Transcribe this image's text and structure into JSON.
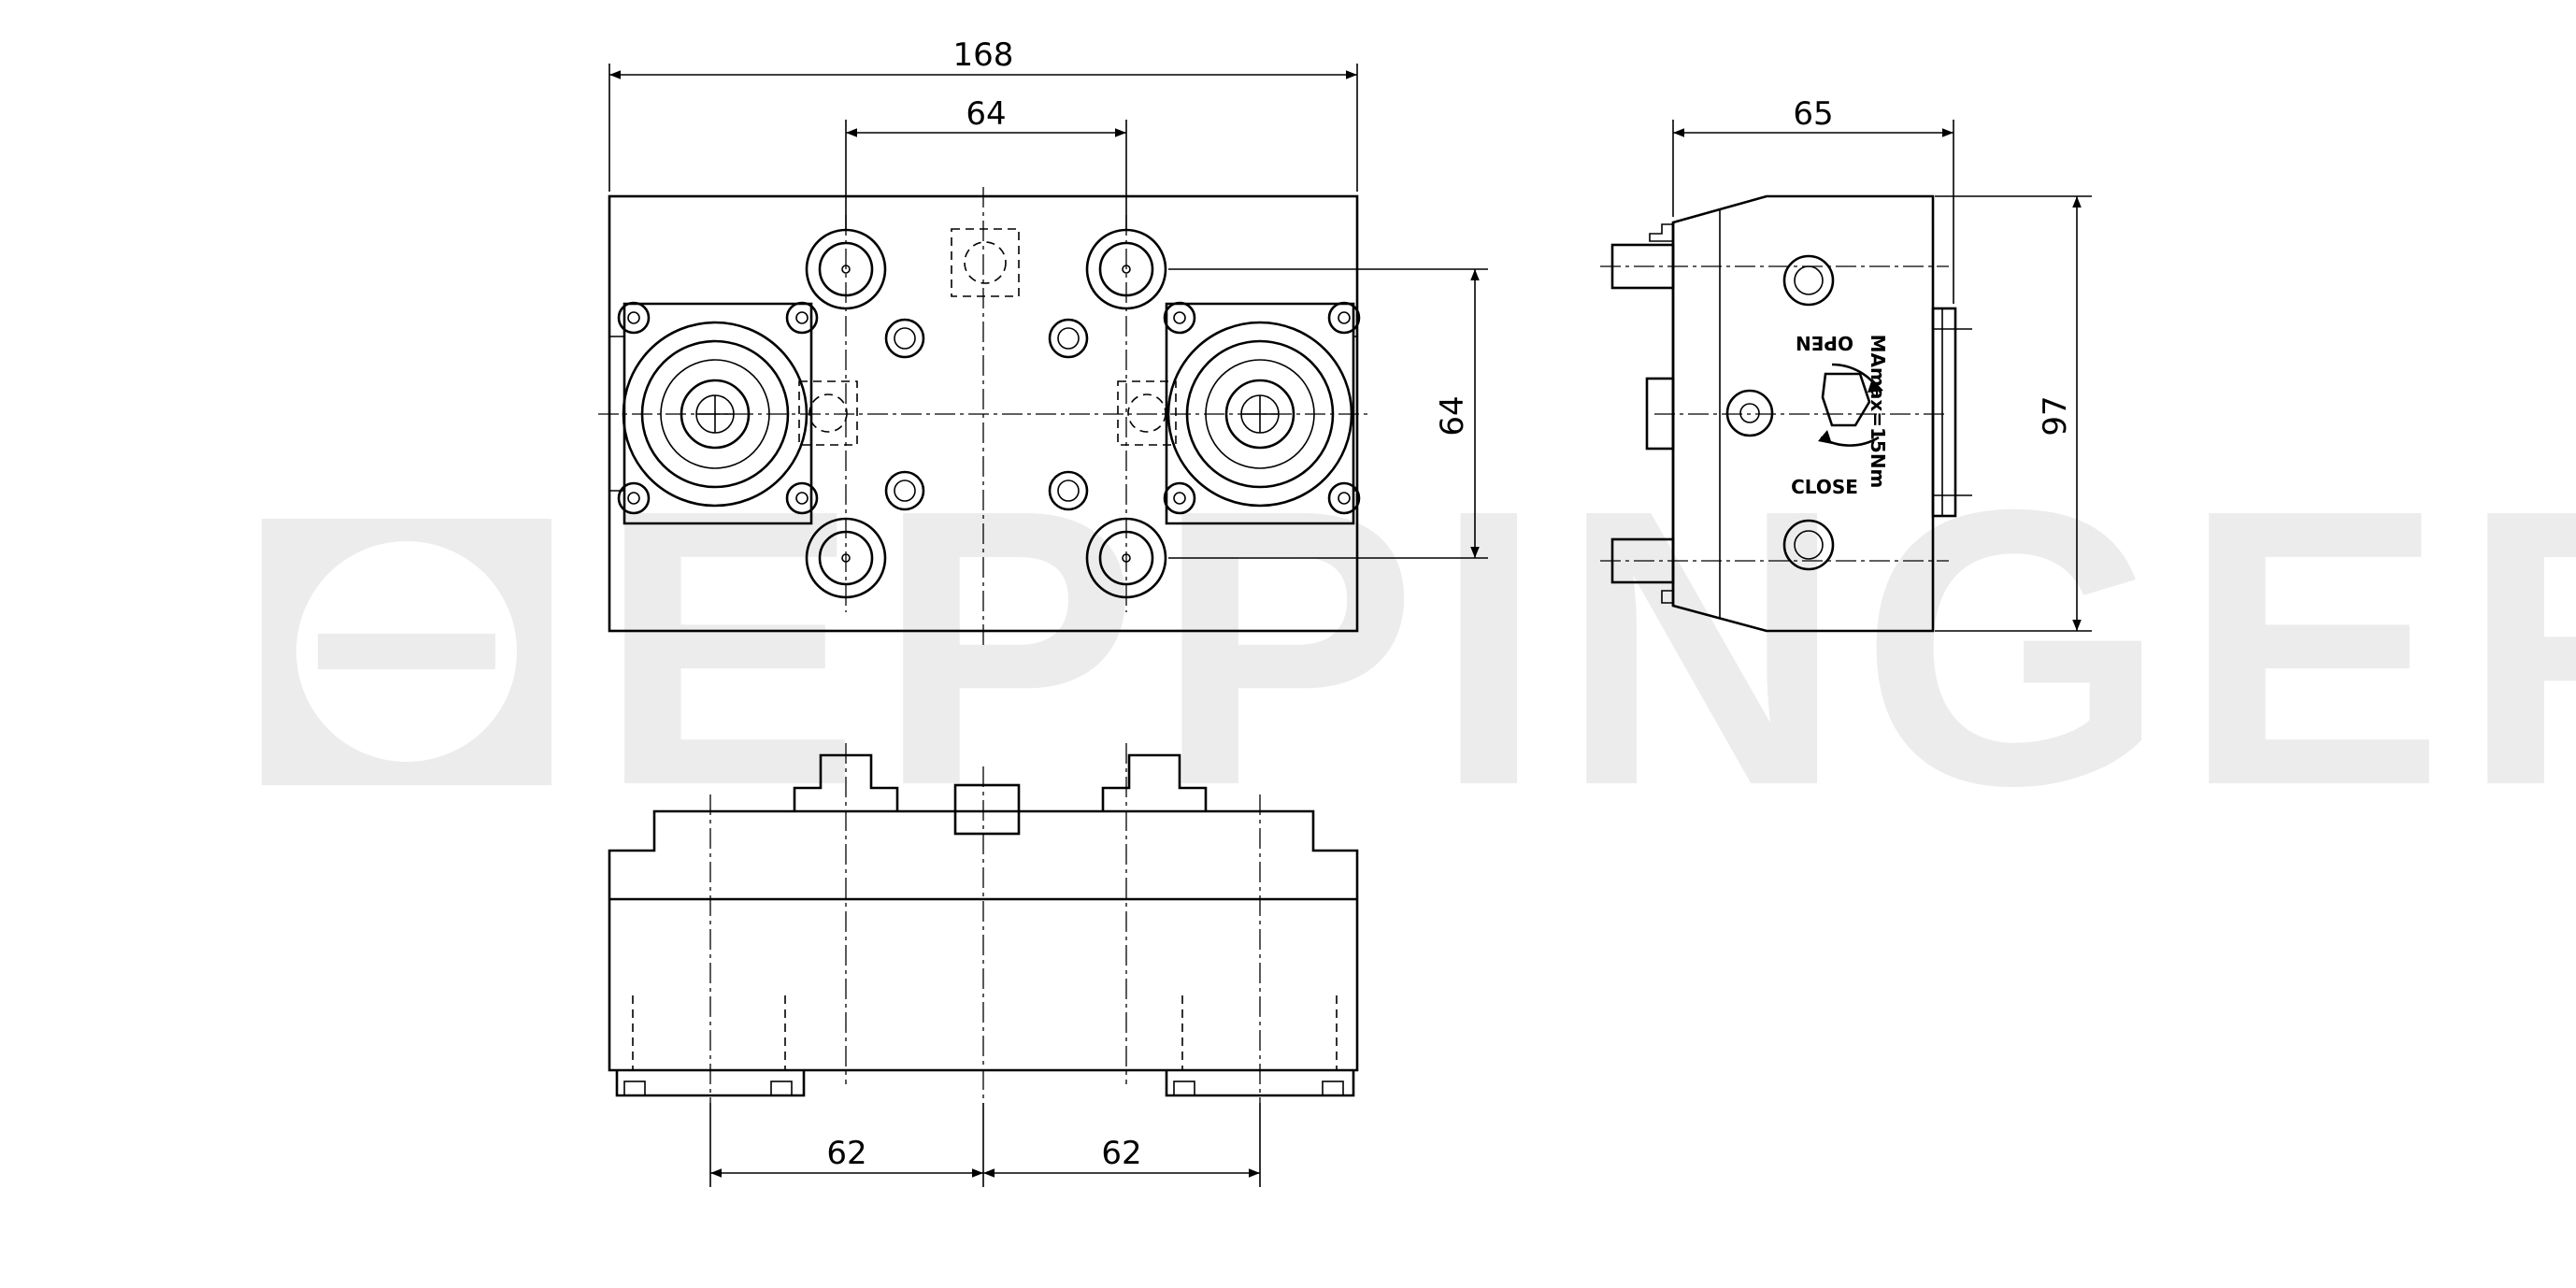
{
  "watermark": {
    "text": "EPPINGER"
  },
  "dimensions": {
    "top_width": "168",
    "top_bolt_spacing": "64",
    "top_vertical_spacing": "64",
    "side_depth": "65",
    "side_height": "97",
    "bottom_left_spacing": "62",
    "bottom_right_spacing": "62"
  },
  "side_labels": {
    "open": "OPEN",
    "close": "CLOSE",
    "torque": "MAmax=15Nm"
  }
}
